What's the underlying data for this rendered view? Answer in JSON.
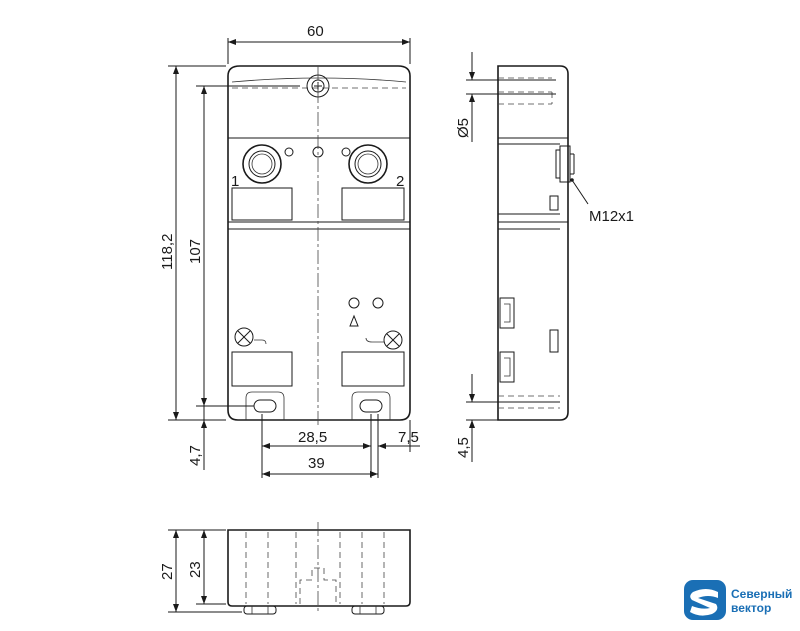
{
  "dimensions": {
    "width_top": "60",
    "height_total": "118,2",
    "height_mount": "107",
    "offset_bottom_left": "4,7",
    "hole_spacing": "28,5",
    "hole_offset_right": "7,5",
    "slot_spacing": "39",
    "hole_diameter": "Ø5",
    "side_offset": "4,5",
    "thread": "M12x1",
    "depth_total": "27",
    "depth_body": "23"
  },
  "port_labels": {
    "port1": "1",
    "port2": "2"
  },
  "logo": {
    "line1": "Северный",
    "line2": "вектор",
    "color": "#1a6fb5"
  }
}
